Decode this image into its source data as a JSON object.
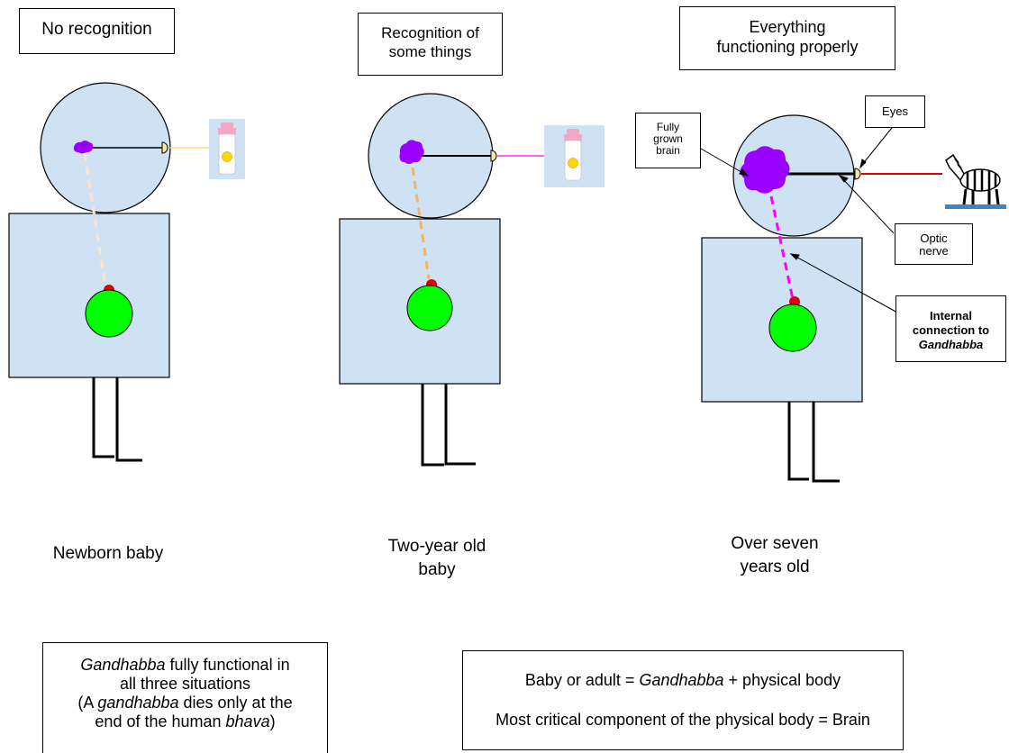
{
  "panels": [
    {
      "title_lines": [
        "No recognition"
      ],
      "caption_lines": [
        "Newborn baby"
      ]
    },
    {
      "title_lines": [
        "Recognition of",
        "some things"
      ],
      "caption_lines": [
        "Two-year old",
        "baby"
      ]
    },
    {
      "title_lines": [
        "Everything",
        "functioning properly"
      ],
      "caption_lines": [
        "Over seven",
        "years old"
      ]
    }
  ],
  "callouts": {
    "brain_lines": [
      "Fully",
      "grown",
      "brain"
    ],
    "eyes": "Eyes",
    "optic_lines": [
      "Optic",
      "nerve"
    ],
    "internal_lines": [
      "Internal",
      "connection to"
    ],
    "internal_gandhabba": "Gandhabba"
  },
  "note_left": {
    "line1_italic": "Gandhabba",
    "line1_rest": " fully functional in",
    "line2": "all three situations",
    "line3_pre": "(A ",
    "line3_italic": "gandhabba",
    "line3_post": " dies only at the",
    "line4_pre": "end of the human ",
    "line4_italic": "bhava",
    "line4_post": ")"
  },
  "note_right": {
    "line1_pre": "Baby  or adult = ",
    "line1_italic": "Gandhabba",
    "line1_post": " + physical body",
    "line2": "Most critical component of the physical body = Brain"
  },
  "colors": {
    "body_fill": "#cfe2f3",
    "brain": "#9900ff",
    "gandhabba_core": "#00ff00",
    "gandhabba_cap": "#e00000",
    "nerve_newborn": "#f9cb9c",
    "nerve_two_year": "#f6b26b",
    "nerve_adult": "#ff00ff",
    "sight_newborn": "#ffd966",
    "sight_two_year": "#ff00ff",
    "sight_adult": "#e00000",
    "eye": "#ffe599"
  },
  "icons": [
    "milk-bottle-icon",
    "milk-bottle-icon",
    "zebra-icon"
  ]
}
